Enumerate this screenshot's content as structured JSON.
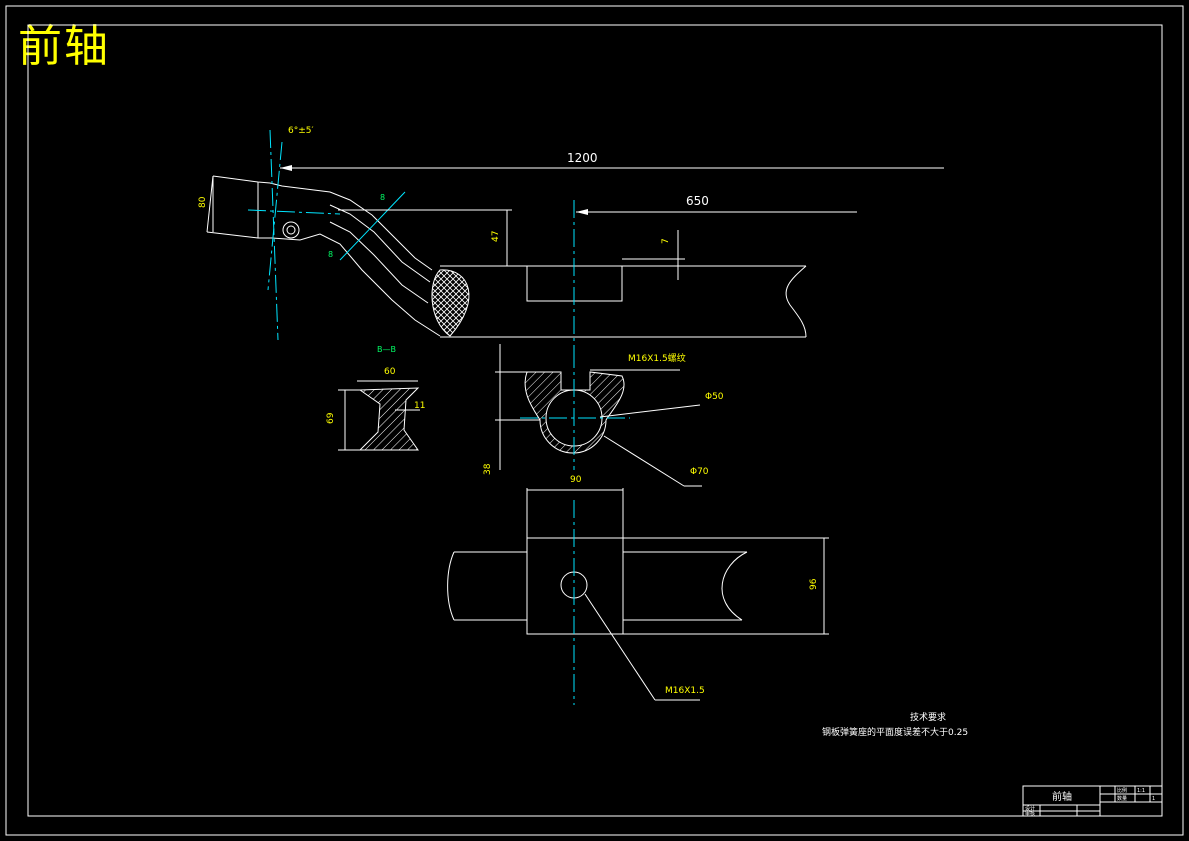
{
  "title": "前轴",
  "dimensions": {
    "angle": "6°±5′",
    "length_total": "1200",
    "length_half": "650",
    "height_80": "80",
    "height_47": "47",
    "height_7": "7",
    "label_8a": "8",
    "label_8b": "8",
    "section_label": "B—B",
    "width_60": "60",
    "height_69": "69",
    "thickness_11": "11",
    "thread_top": "M16X1.5螺纹",
    "phi_50": "Φ50",
    "phi_70": "Φ70",
    "height_38": "38",
    "width_90": "90",
    "height_96": "96",
    "thread_bottom": "M16X1.5"
  },
  "notes": {
    "heading": "技术要求",
    "line1": "钢板弹簧座的平面度误差不大于0.25"
  },
  "title_block": {
    "name": "前轴",
    "row1": [
      "",
      "比例",
      "1:1"
    ],
    "row2": [
      "",
      "数量",
      "1"
    ],
    "left1": "设计",
    "left2": "审核"
  },
  "colors": {
    "background": "#000000",
    "lines": "#ffffff",
    "centerlines": "#00e5ff",
    "dimension_text": "#ffff00",
    "section_text": "#00ff66"
  }
}
